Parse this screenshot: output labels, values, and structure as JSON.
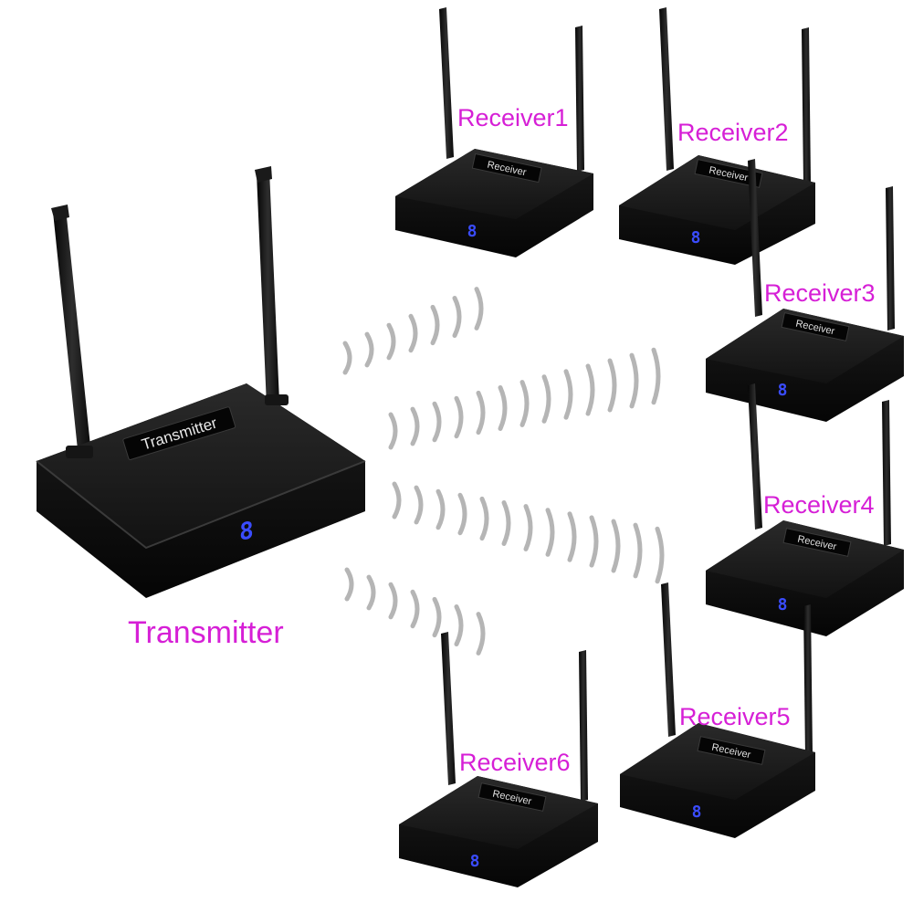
{
  "scene": {
    "background": "#ffffff",
    "caption_color": "#d61fd6",
    "device_color": "#111111",
    "display_color": "#3a4cff",
    "wave_color": "#b5b5b5"
  },
  "transmitter": {
    "caption": "Transmitter",
    "panel_label": "Transmitter",
    "display": "8"
  },
  "receivers": [
    {
      "caption": "Receiver1",
      "panel_label": "Receiver",
      "display": "8"
    },
    {
      "caption": "Receiver2",
      "panel_label": "Receiver",
      "display": "8"
    },
    {
      "caption": "Receiver3",
      "panel_label": "Receiver",
      "display": "8"
    },
    {
      "caption": "Receiver4",
      "panel_label": "Receiver",
      "display": "8"
    },
    {
      "caption": "Receiver5",
      "panel_label": "Receiver",
      "display": "8"
    },
    {
      "caption": "Receiver6",
      "panel_label": "Receiver",
      "display": "8"
    }
  ]
}
